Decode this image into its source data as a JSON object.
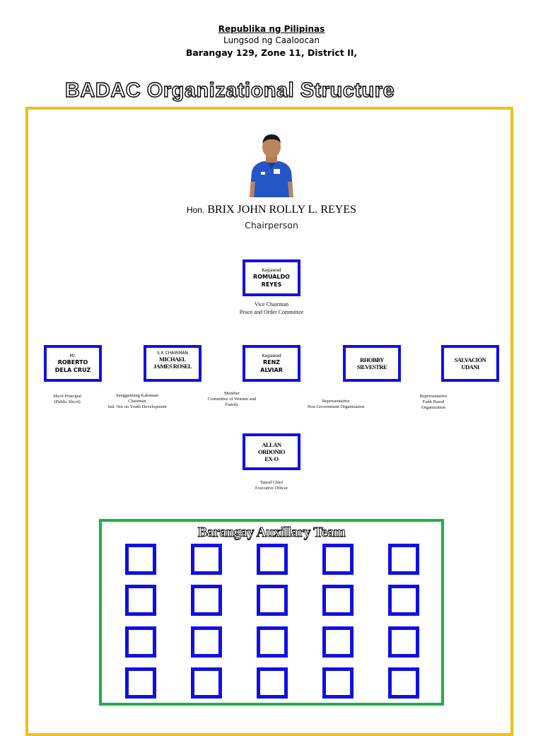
{
  "header": {
    "line1": "Republika ng Pilipinas",
    "line2": "Lungsod ng Caaloocan",
    "line3": "Barangay 129, Zone 11, District II,"
  },
  "title": "BADAC Organizational Structure",
  "chairperson": {
    "honorific": "Hon.",
    "name": "BRIX JOHN ROLLY L. REYES",
    "role": "Chairperson"
  },
  "vice": {
    "prefix": "Kagawad",
    "name_line1": "ROMUALDO",
    "name_line2": "REYES",
    "caption_line1": "Vice Chairman",
    "caption_line2": "Peace and Order Committee"
  },
  "members": [
    {
      "prefix": "Mr.",
      "name_line1": "ROBERTO",
      "name_line2": "DELA CRUZ",
      "caption": [
        "Shcol Principal",
        "(Public Shcol)"
      ]
    },
    {
      "prefix": "S.K CHAIRMAN",
      "name_line1": "MICHAEL",
      "name_line2": "JAMES ROSEL",
      "caption": [
        "Sangguniang Kabataan",
        "Chairman",
        "Ind. Not on Youth Development"
      ]
    },
    {
      "prefix": "Kagawad",
      "name_line1": "RENZ",
      "name_line2": "ALVIAR",
      "caption": [
        "Member",
        "Committee of Women and",
        "Family"
      ]
    },
    {
      "prefix": "",
      "name_line1": "RHOBBY",
      "name_line2": "SILVESTRE",
      "caption": [
        "Representative",
        "Non Government Organization"
      ]
    },
    {
      "prefix": "",
      "name_line1": "SALVACION",
      "name_line2": "UDANI",
      "caption": [
        "Representative",
        "Faith Based",
        "Organization"
      ]
    }
  ],
  "exo": {
    "name_line1": "ALLAN",
    "name_line2": "ORDONIO",
    "name_line3": "EX-O",
    "caption_line1": "Tanod Chief",
    "caption_line2": "Executive Officer"
  },
  "team": {
    "title": "Barangay Auxillary Team",
    "rows": 4,
    "cols": 5
  },
  "colors": {
    "outer_frame": "#f2bf1c",
    "box_border": "#1010e6",
    "team_frame": "#1fb04a"
  }
}
